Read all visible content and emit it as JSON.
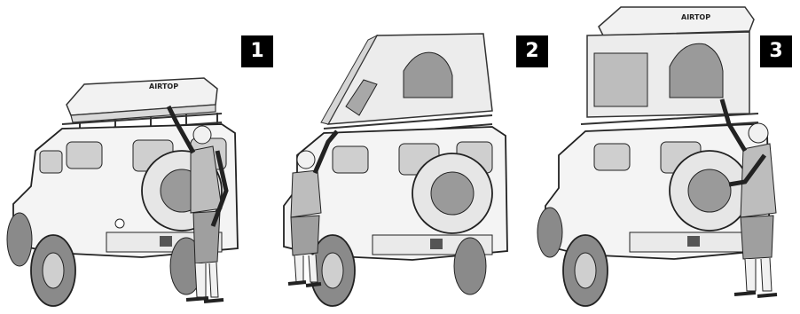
{
  "steps": [
    {
      "number": "1",
      "brand": "AIRTOP"
    },
    {
      "number": "2",
      "brand": ""
    },
    {
      "number": "3",
      "brand": "AIRTOP"
    }
  ]
}
